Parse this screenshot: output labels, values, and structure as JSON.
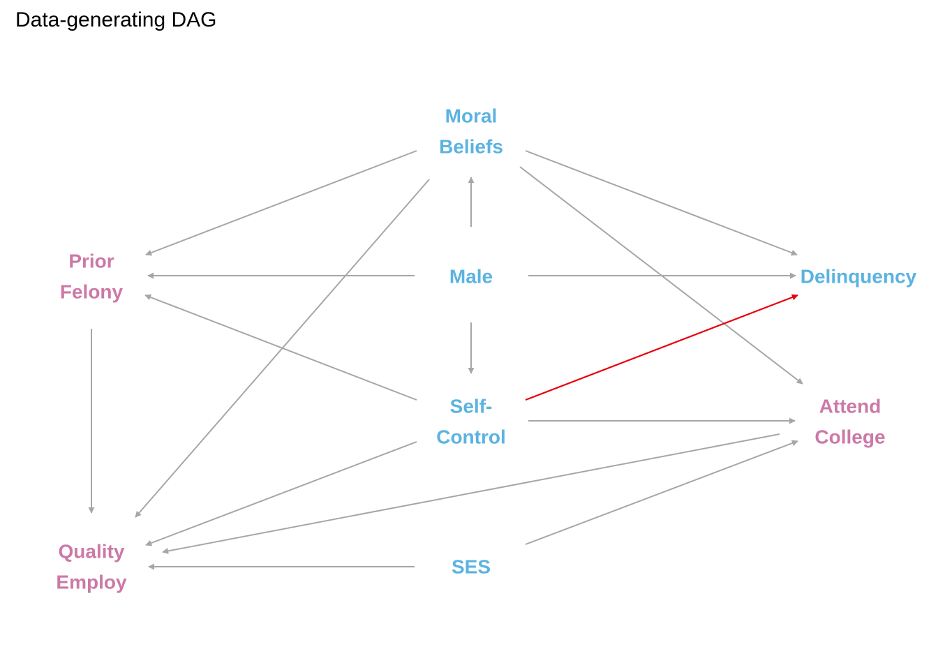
{
  "title": "Data-generating DAG",
  "colors": {
    "exposure_node": "#5BB3E0",
    "other_node": "#CC79A7",
    "edge": "#A6A6A6",
    "highlight_edge": "#E8000B"
  },
  "nodes": {
    "moral": {
      "lines": [
        "Moral",
        "Beliefs"
      ],
      "group": "blue"
    },
    "male": {
      "lines": [
        "Male"
      ],
      "group": "blue"
    },
    "selfcontrol": {
      "lines": [
        "Self-",
        "Control"
      ],
      "group": "blue"
    },
    "ses": {
      "lines": [
        "SES"
      ],
      "group": "blue"
    },
    "delinquency": {
      "lines": [
        "Delinquency"
      ],
      "group": "blue"
    },
    "prior": {
      "lines": [
        "Prior",
        "Felony"
      ],
      "group": "pink"
    },
    "quality": {
      "lines": [
        "Quality",
        "Employ"
      ],
      "group": "pink"
    },
    "attend": {
      "lines": [
        "Attend",
        "College"
      ],
      "group": "pink"
    }
  },
  "edges": [
    {
      "from": "moral",
      "to": "prior"
    },
    {
      "from": "moral",
      "to": "quality"
    },
    {
      "from": "moral",
      "to": "delinquency"
    },
    {
      "from": "moral",
      "to": "attend"
    },
    {
      "from": "male",
      "to": "moral"
    },
    {
      "from": "male",
      "to": "prior"
    },
    {
      "from": "male",
      "to": "delinquency"
    },
    {
      "from": "male",
      "to": "selfcontrol"
    },
    {
      "from": "selfcontrol",
      "to": "prior"
    },
    {
      "from": "selfcontrol",
      "to": "delinquency",
      "highlight": true
    },
    {
      "from": "selfcontrol",
      "to": "attend"
    },
    {
      "from": "selfcontrol",
      "to": "quality"
    },
    {
      "from": "prior",
      "to": "quality"
    },
    {
      "from": "attend",
      "to": "quality"
    },
    {
      "from": "ses",
      "to": "quality"
    },
    {
      "from": "ses",
      "to": "attend"
    }
  ]
}
